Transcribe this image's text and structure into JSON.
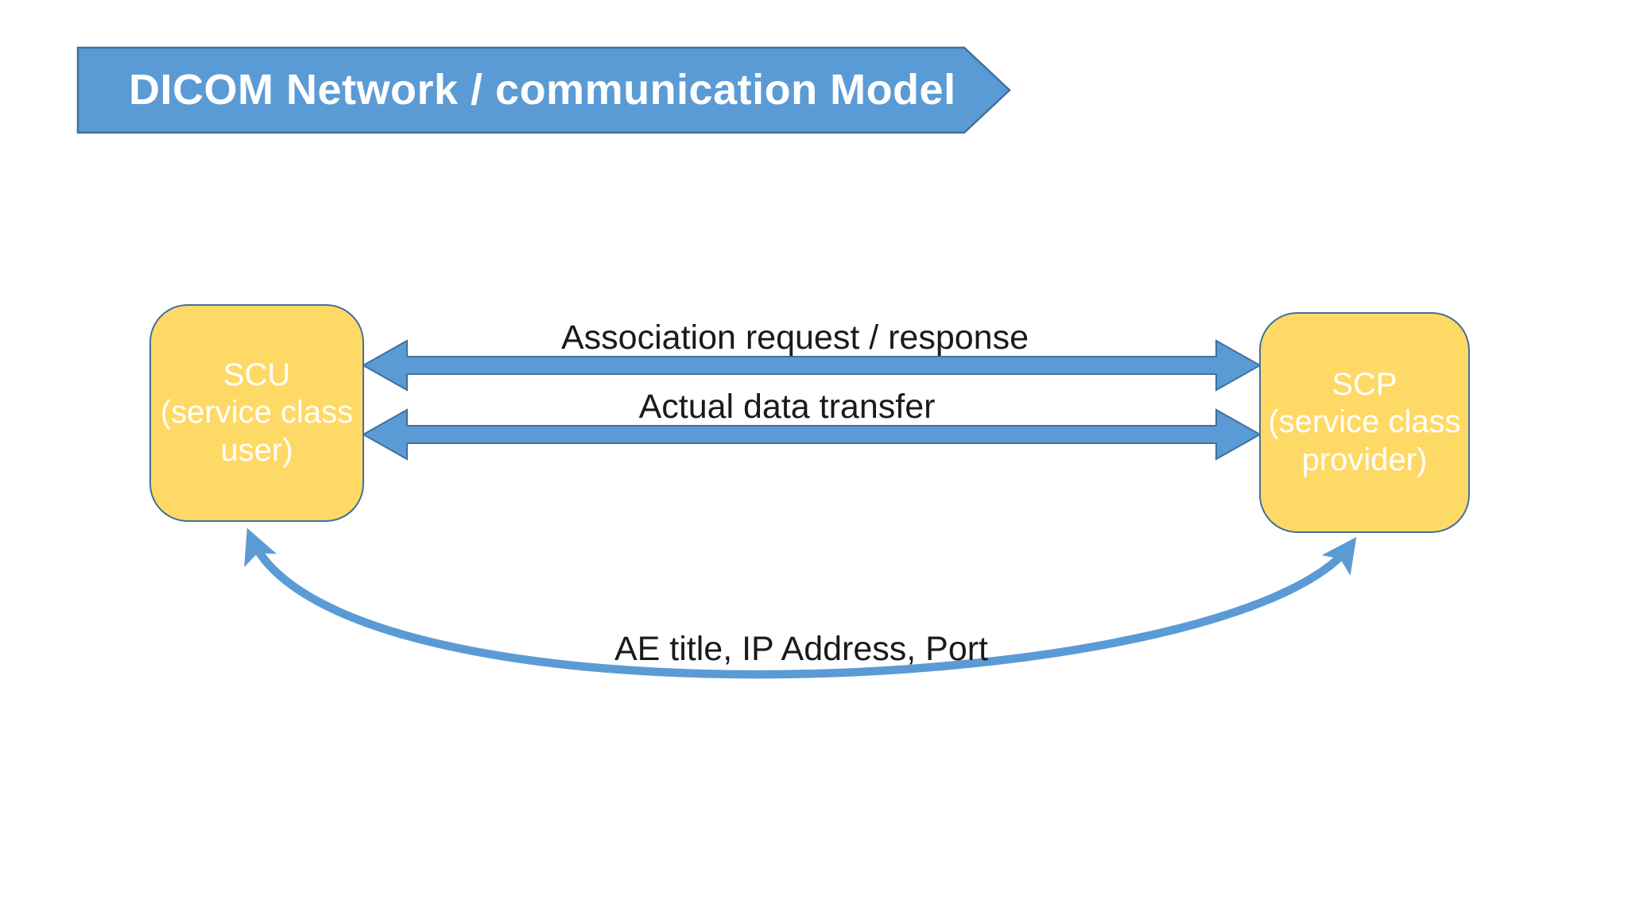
{
  "slide": {
    "title": "DICOM Network / communication Model"
  },
  "nodes": [
    {
      "id": "scu",
      "label": "SCU\n(service class\nuser)"
    },
    {
      "id": "scp",
      "label": "SCP\n(service class\nprovider)"
    }
  ],
  "connections": [
    {
      "id": "association",
      "type": "horizontal-double-arrow",
      "label": "Association request / response"
    },
    {
      "id": "data-transfer",
      "type": "horizontal-double-arrow",
      "label": "Actual data transfer"
    },
    {
      "id": "network-info",
      "type": "curved-double-arrow",
      "label": "AE title, IP Address, Port"
    }
  ],
  "colors": {
    "accent_blue": "#5b9bd5",
    "accent_blue_dark": "#41719c",
    "node_yellow": "#ffd966",
    "node_border": "#41719c",
    "node_text": "#ffffff",
    "label_text": "#1a1a1a",
    "background": "#ffffff"
  }
}
